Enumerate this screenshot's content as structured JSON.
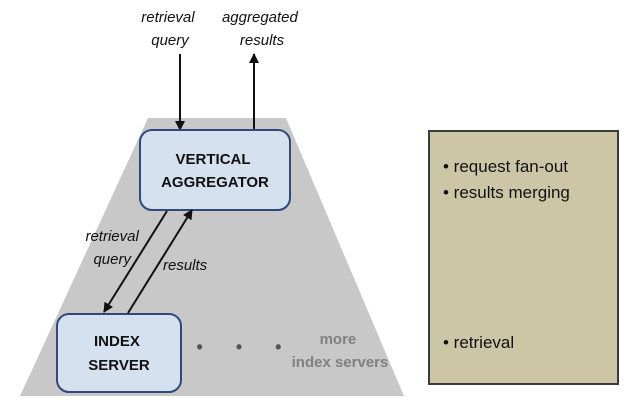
{
  "top_labels": {
    "retrieval_query": [
      "retrieval",
      "query"
    ],
    "aggregated_results": [
      "aggregated",
      "results"
    ]
  },
  "vertical_aggregator": {
    "lines": [
      "VERTICAL",
      "AGGREGATOR"
    ]
  },
  "index_server": {
    "lines": [
      "INDEX",
      "SERVER"
    ]
  },
  "middle_labels": {
    "retrieval_query": [
      "retrieval",
      "query"
    ],
    "results": "results"
  },
  "ellipsis": "• • •",
  "more_index_servers": [
    "more",
    "index servers"
  ],
  "legend": {
    "items": [
      "• request fan-out",
      "• results merging",
      "• retrieval"
    ]
  },
  "colors": {
    "trapezoid": "#c8c8c8",
    "node_fill": "#d6e1f0",
    "node_stroke": "#2f4a7a",
    "legend_fill": "#ccc6a6",
    "legend_stroke": "#3b3b3b",
    "muted_text": "#808080"
  }
}
